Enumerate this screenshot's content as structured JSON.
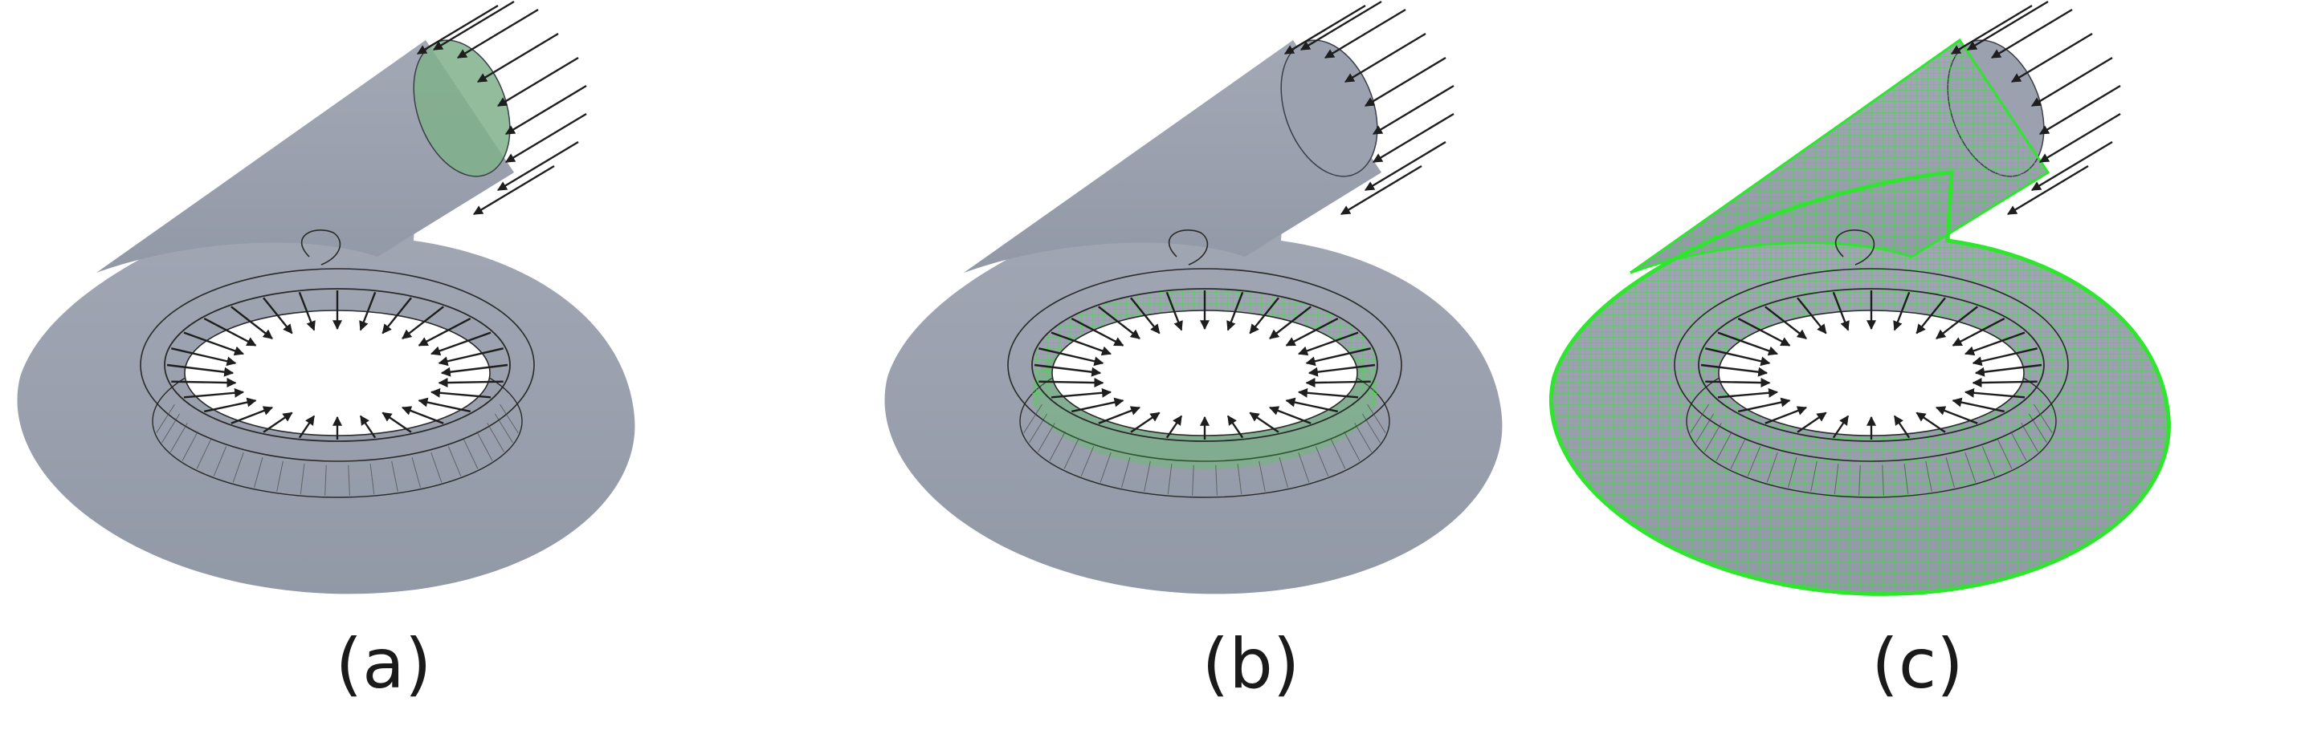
{
  "figure": {
    "panels": [
      {
        "label": "(a)",
        "highlight": "inlet",
        "accent": "#3bd43b"
      },
      {
        "label": "(b)",
        "highlight": "outlet",
        "accent": "#3bd43b"
      },
      {
        "label": "(c)",
        "highlight": "volute",
        "accent": "#22e022"
      }
    ],
    "colors": {
      "body": "#9aa0ae",
      "edge": "#2a2a2a",
      "arrow": "#1e1e1e",
      "mesh": "#2ee62e"
    }
  }
}
